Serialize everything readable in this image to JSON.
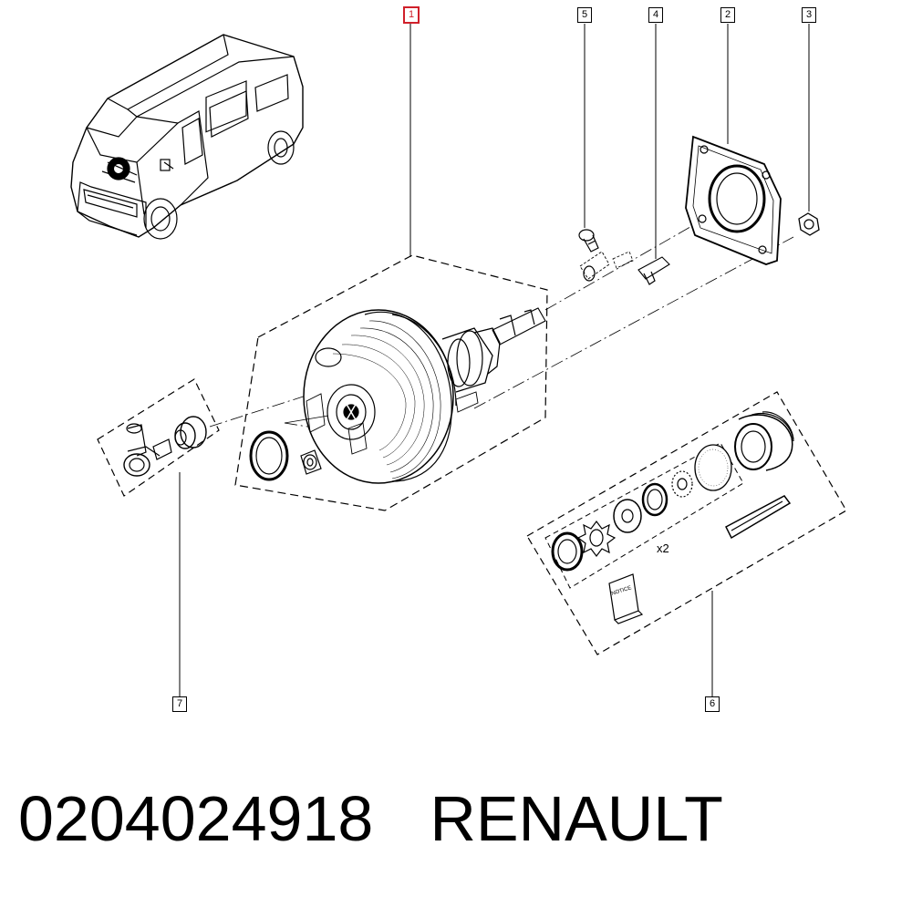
{
  "callouts": {
    "c1": "1",
    "c2": "2",
    "c3": "3",
    "c4": "4",
    "c5": "5",
    "c6": "6",
    "c7": "7"
  },
  "kit_quantity": "x2",
  "notice_label": "NOTICE",
  "footer": {
    "part_number": "0204024918",
    "brand": "RENAULT"
  },
  "colors": {
    "line": "#000000",
    "highlight": "#d0202a"
  }
}
